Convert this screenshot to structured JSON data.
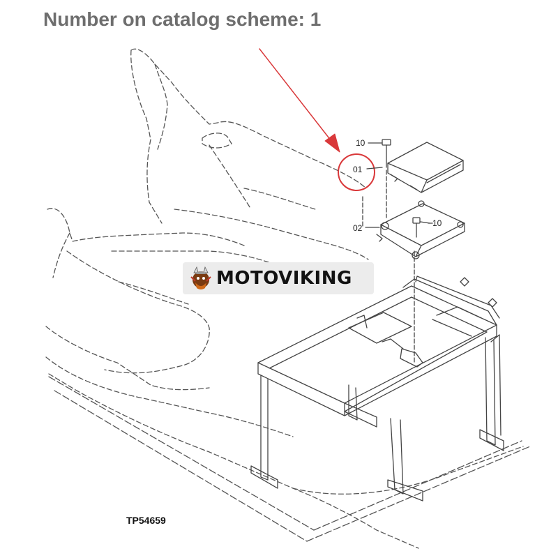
{
  "header": {
    "title": "Number on catalog scheme: 1"
  },
  "diagram": {
    "drawing_code": "TP54659",
    "callouts": {
      "bolt_top": "10",
      "part_01": "01",
      "part_02": "02",
      "bolt_right": "10"
    },
    "highlight_color": "#d9383a",
    "line_color": "#444444"
  },
  "watermark": {
    "brand_text": "MOTOVIKING"
  }
}
